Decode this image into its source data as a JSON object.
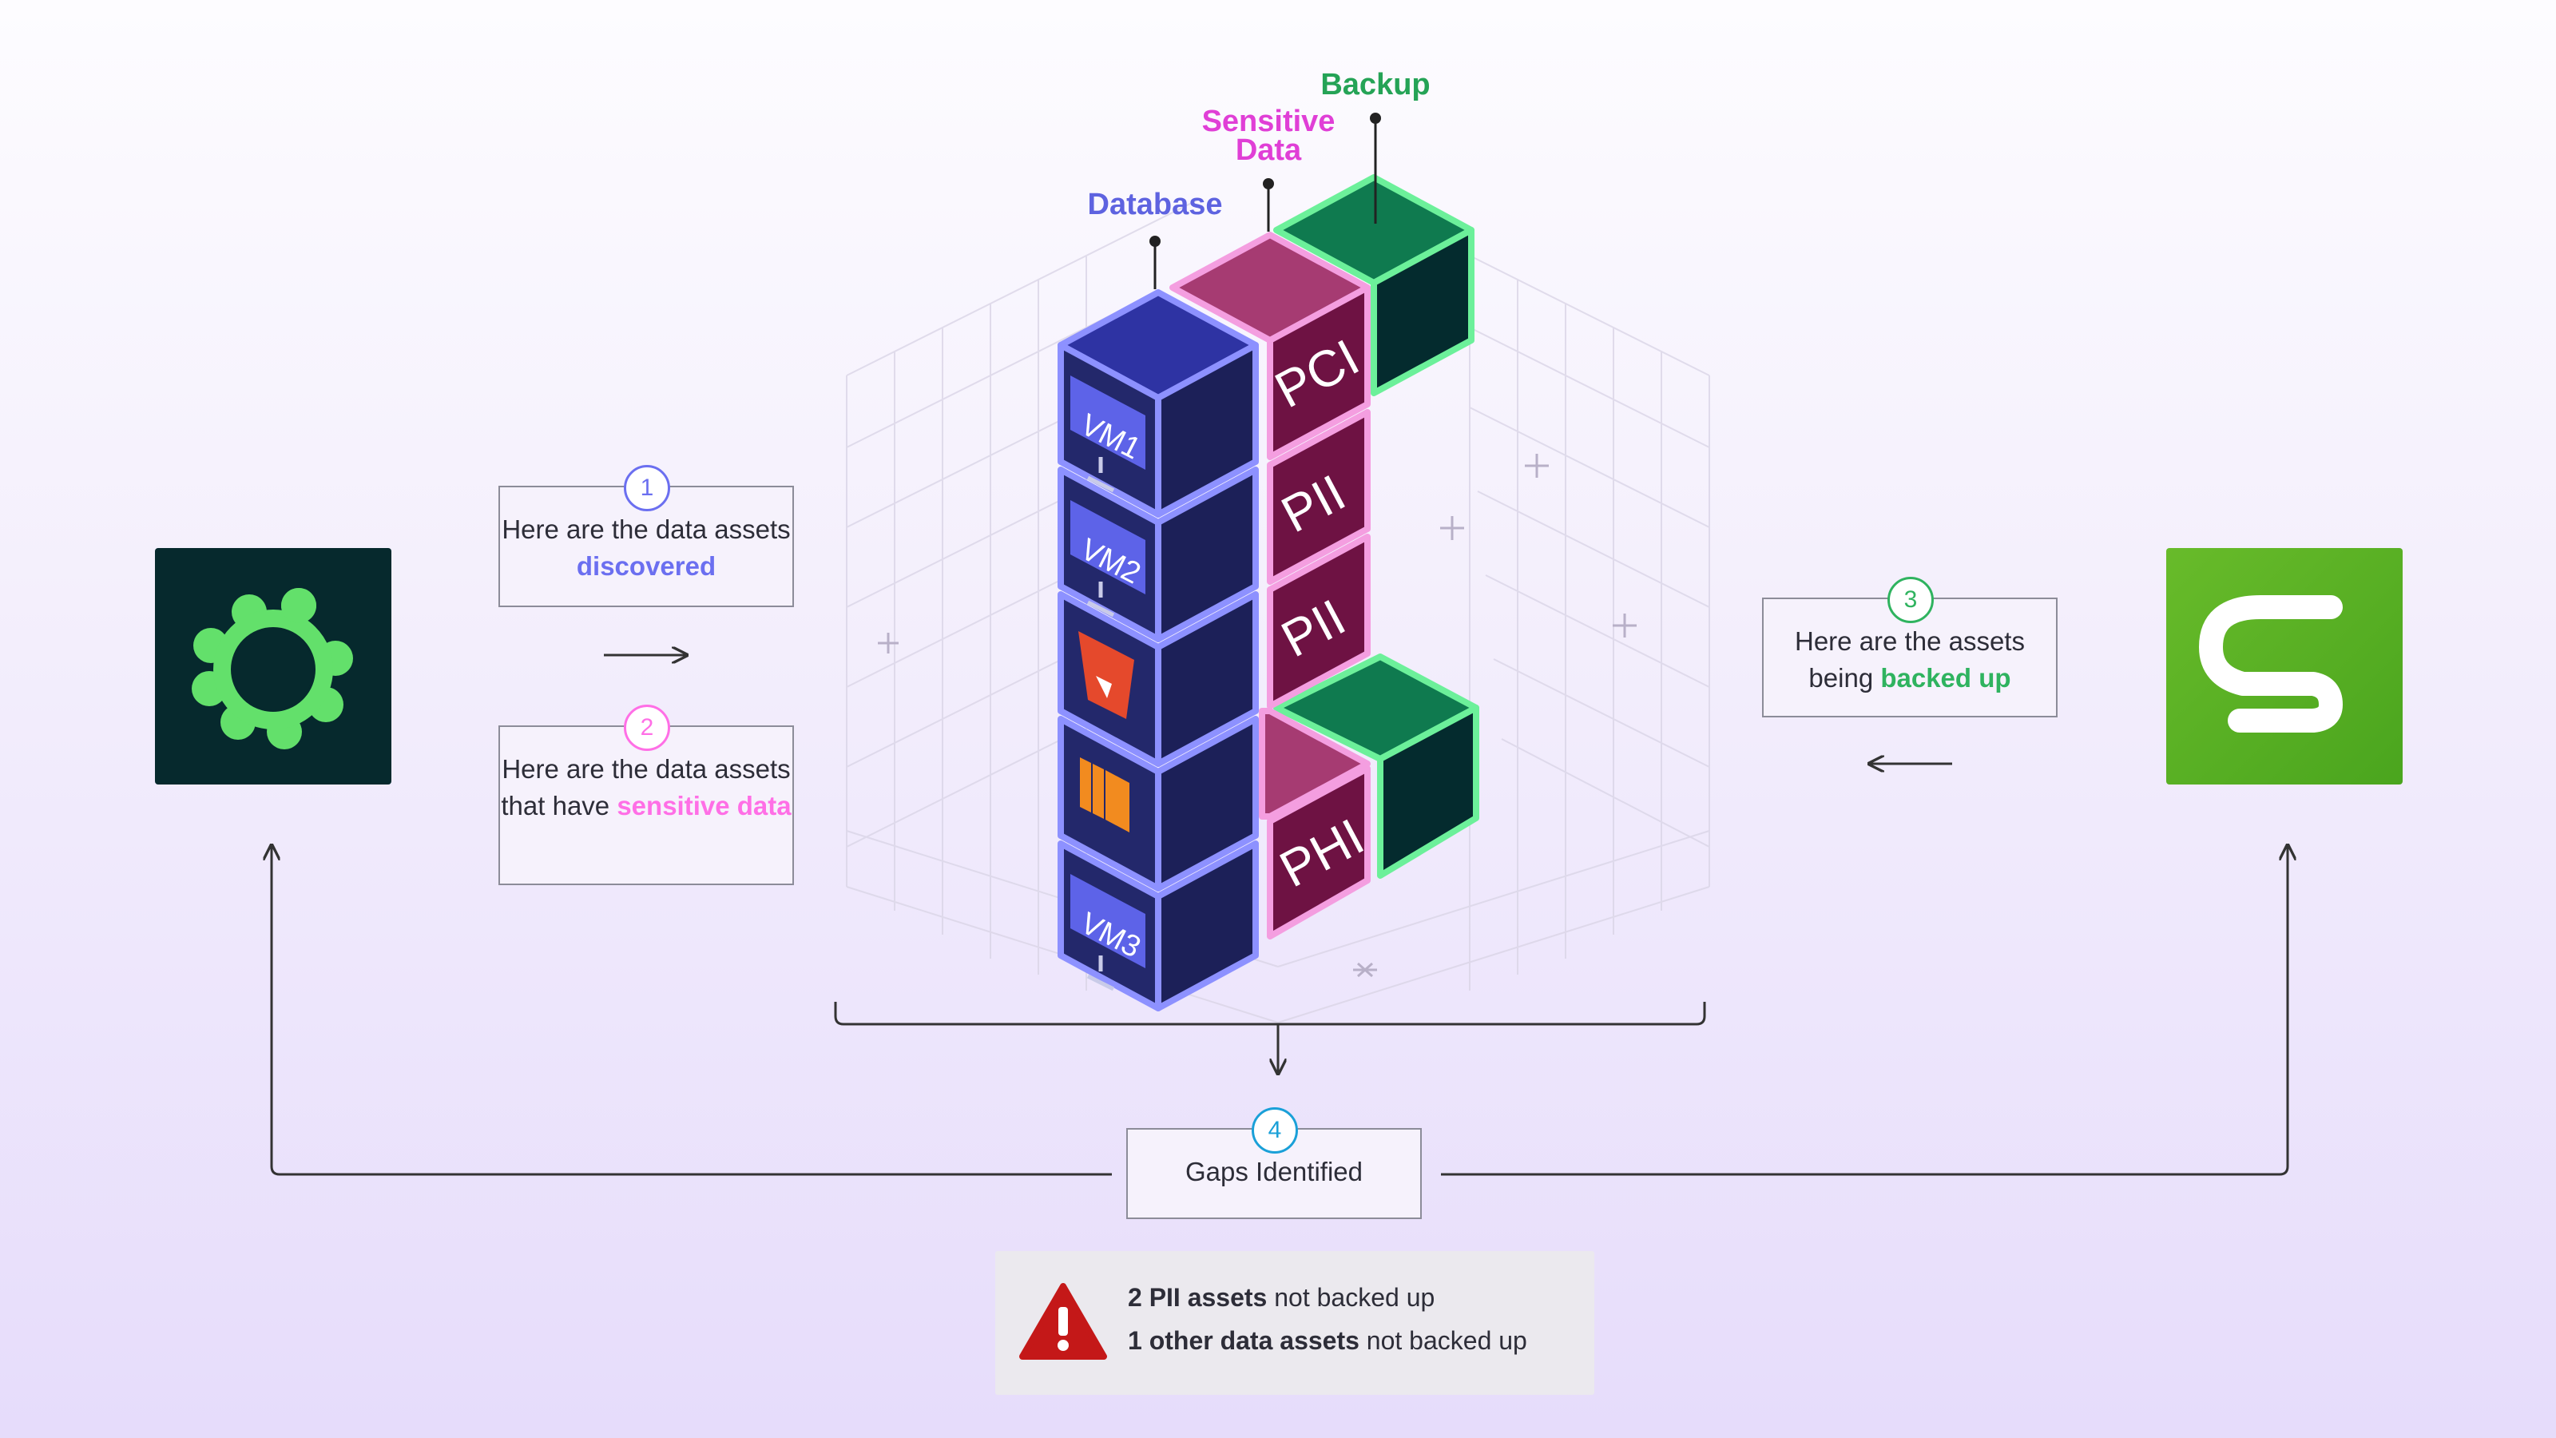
{
  "labels": {
    "backup": "Backup",
    "sensitive_line1": "Sensitive",
    "sensitive_line2": "Data",
    "database": "Database"
  },
  "tags": {
    "pci": "PCI",
    "pii_1": "PII",
    "pii_2": "PII",
    "phi": "PHI"
  },
  "vms": {
    "vm1": "VM1",
    "vm2": "VM2",
    "vm3": "VM3"
  },
  "steps": [
    {
      "num": "1",
      "text": "Here are the data assets",
      "highlight": "discovered"
    },
    {
      "num": "2",
      "text": "Here are the data assets that have",
      "highlight": "sensitive data"
    },
    {
      "num": "3",
      "text": "Here are the assets being",
      "highlight": "backed up"
    },
    {
      "num": "4",
      "text": "Gaps Identified"
    }
  ],
  "alert": {
    "line1_bold": "2 PII assets",
    "line1_rest": "not backed up",
    "line2_bold": "1 other data assets",
    "line2_rest": "not backed up"
  },
  "colors": {
    "database": "#3d3fb0",
    "sensitive": "#e03fd6",
    "backup": "#25a356",
    "discovered": "#6b6ff0",
    "sensitive_text": "#ff6fe6",
    "backed_up_text": "#2fb35f",
    "step4": "#1aa0d8"
  },
  "icons": [
    "ring-logo-icon",
    "s-logo-icon",
    "warning-icon",
    "bucket-icon",
    "layers-icon",
    "monitor-icon"
  ]
}
